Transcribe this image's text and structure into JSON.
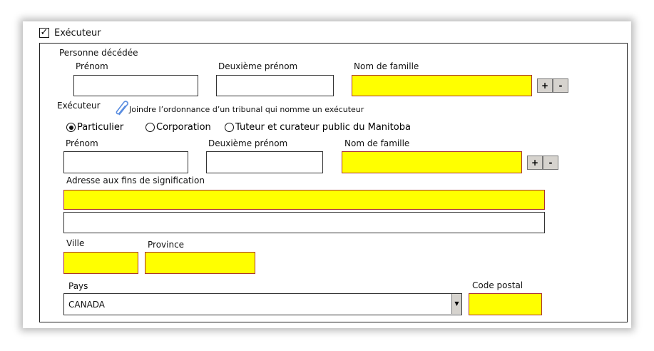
{
  "section": {
    "checkbox_label": "Exécuteur",
    "checked": true
  },
  "deceased": {
    "title": "Personne décédée",
    "first_name": "Prénom",
    "middle_name": "Deuxième prénom",
    "last_name": "Nom de famille",
    "plus": "+",
    "minus": "-"
  },
  "executor": {
    "title": "Exécuteur",
    "attach_link": "Joindre l’ordonnance d’un tribunal qui nomme un exécuteur",
    "types": [
      {
        "label": "Particulier",
        "selected": true
      },
      {
        "label": "Corporation",
        "selected": false
      },
      {
        "label": "Tuteur et curateur public du Manitoba",
        "selected": false
      }
    ],
    "first_name": "Prénom",
    "middle_name": "Deuxième prénom",
    "last_name": "Nom de famille",
    "plus": "+",
    "minus": "-",
    "address_label": "Adresse aux fins de signification",
    "city": "Ville",
    "province": "Province",
    "country_label": "Pays",
    "country_value": "CANADA",
    "postal_code": "Code postal"
  },
  "colors": {
    "required": "#ffff00",
    "required_border": "#aa3333"
  }
}
